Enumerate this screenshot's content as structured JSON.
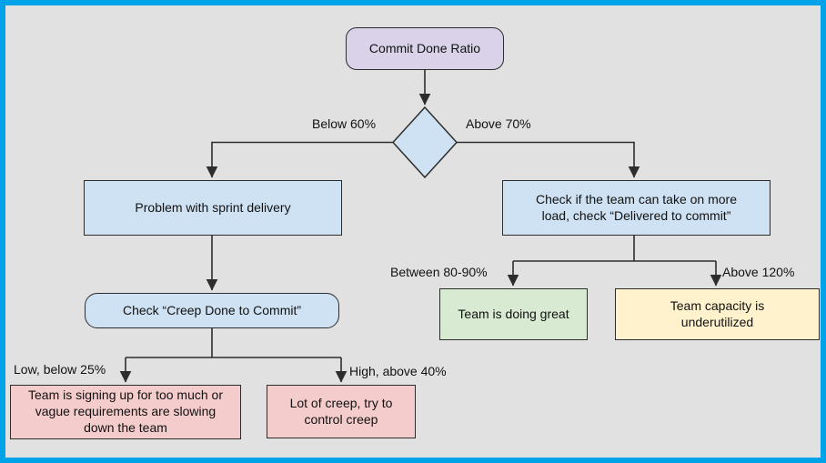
{
  "frame": {
    "border_color": "#00a2e8",
    "background_color": "#e1e1e1"
  },
  "flowchart": {
    "nodes": {
      "root": {
        "label": "Commit Done Ratio",
        "fill": "#d9d2e9",
        "shape": "rounded-rectangle"
      },
      "decision": {
        "label": "",
        "fill": "#cfe2f3",
        "shape": "diamond"
      },
      "problem": {
        "label": "Problem with sprint delivery",
        "fill": "#cfe2f3",
        "shape": "rectangle"
      },
      "check_load": {
        "label": "Check if the team can take on more load, check “Delivered to commit”",
        "fill": "#cfe2f3",
        "shape": "rectangle"
      },
      "check_creep": {
        "label": "Check “Creep Done to Commit”",
        "fill": "#cfe2f3",
        "shape": "rounded-rectangle"
      },
      "too_much": {
        "label": "Team is signing up for too much or vague requirements are slowing down the team",
        "fill": "#f4cccc",
        "shape": "rectangle"
      },
      "control_creep": {
        "label": "Lot of creep, try to control creep",
        "fill": "#f4cccc",
        "shape": "rectangle"
      },
      "doing_great": {
        "label": "Team is doing great",
        "fill": "#d9ead3",
        "shape": "rectangle"
      },
      "underutilized": {
        "label": "Team capacity is underutilized",
        "fill": "#fff2cc",
        "shape": "rectangle"
      }
    },
    "edge_labels": {
      "below_60": "Below 60%",
      "above_70": "Above 70%",
      "between_80_90": "Between 80-90%",
      "above_120": "Above 120%",
      "low_below_25": "Low, below 25%",
      "high_above_40": "High, above 40%"
    },
    "line_color": "#2d2d2d"
  }
}
